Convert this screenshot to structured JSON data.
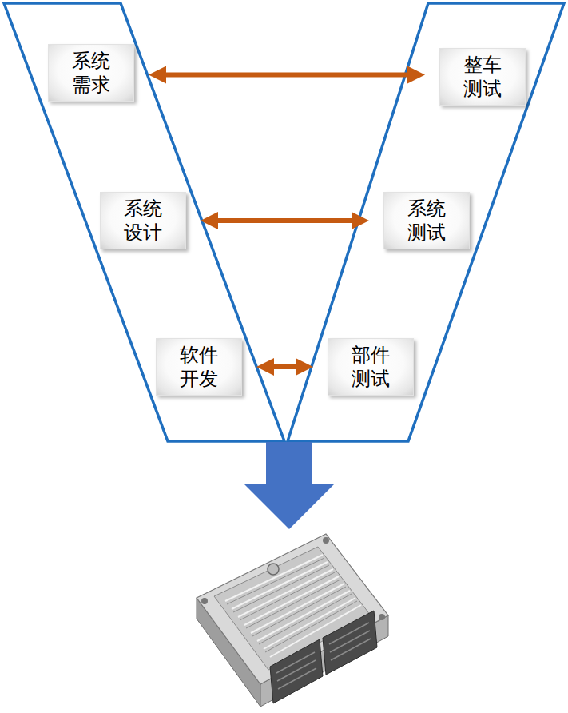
{
  "diagram": {
    "nodes": [
      {
        "text": [
          "系统 需求"
        ]
      },
      {
        "text": [
          "整车 测试"
        ]
      },
      {
        "text": [
          "系统 设计"
        ]
      },
      {
        "text": [
          "系统 测试"
        ]
      },
      {
        "text": [
          "软件 开发"
        ]
      },
      {
        "text": [
          "部件 测试"
        ]
      }
    ],
    "edges": [
      {
        "from": 0,
        "to": 1,
        "arrow": "both"
      },
      {
        "from": 2,
        "to": 3,
        "arrow": "both"
      },
      {
        "from": 4,
        "to": 5,
        "arrow": "both"
      }
    ]
  }
}
